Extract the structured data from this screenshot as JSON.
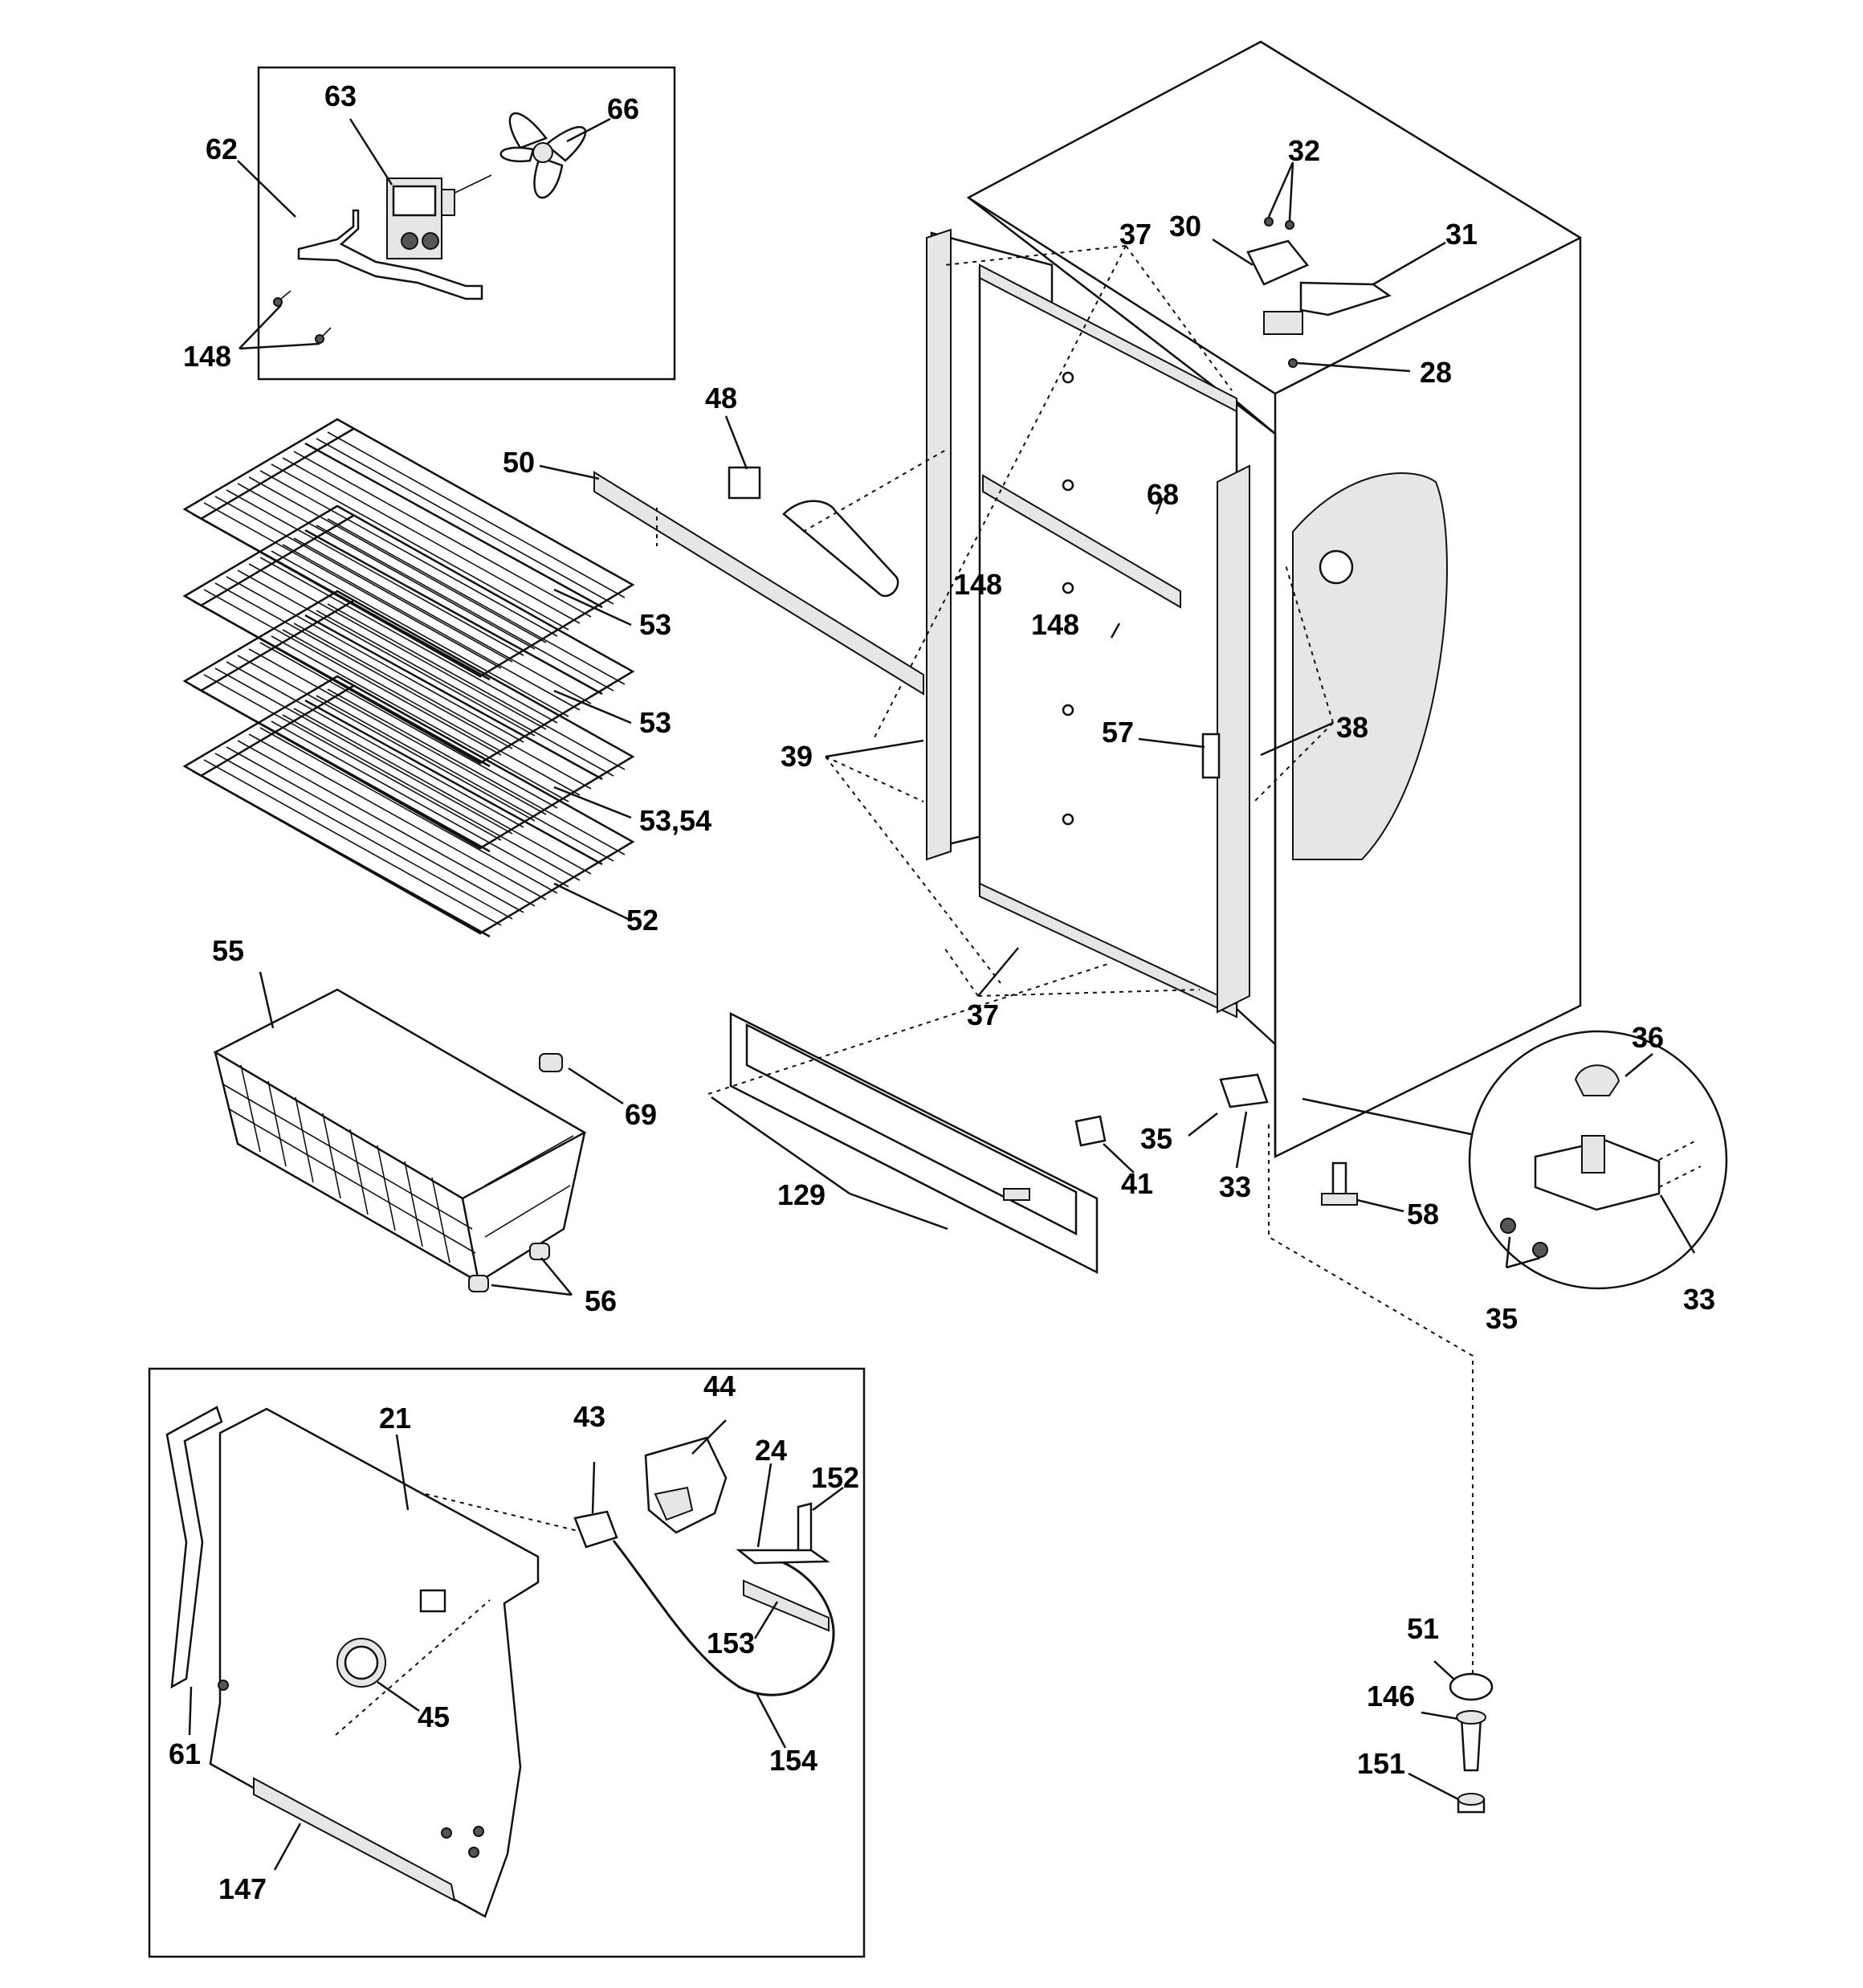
{
  "labels": {
    "c21": "21",
    "c24": "24",
    "c28": "28",
    "c30": "30",
    "c31": "31",
    "c32": "32",
    "c33a": "33",
    "c33b": "33",
    "c35a": "35",
    "c35b": "35",
    "c36": "36",
    "c37a": "37",
    "c37b": "37",
    "c38": "38",
    "c39": "39",
    "c41": "41",
    "c43": "43",
    "c44": "44",
    "c45": "45",
    "c48": "48",
    "c50": "50",
    "c51": "51",
    "c52": "52",
    "c53a": "53",
    "c53b": "53",
    "c5354": "53,54",
    "c55": "55",
    "c56": "56",
    "c57": "57",
    "c58": "58",
    "c61": "61",
    "c62": "62",
    "c63": "63",
    "c66": "66",
    "c68": "68",
    "c69": "69",
    "c129": "129",
    "c146": "146",
    "c147": "147",
    "c148a": "148",
    "c148b": "148",
    "c148c": "148",
    "c151": "151",
    "c152": "152",
    "c153": "153",
    "c154": "154"
  }
}
